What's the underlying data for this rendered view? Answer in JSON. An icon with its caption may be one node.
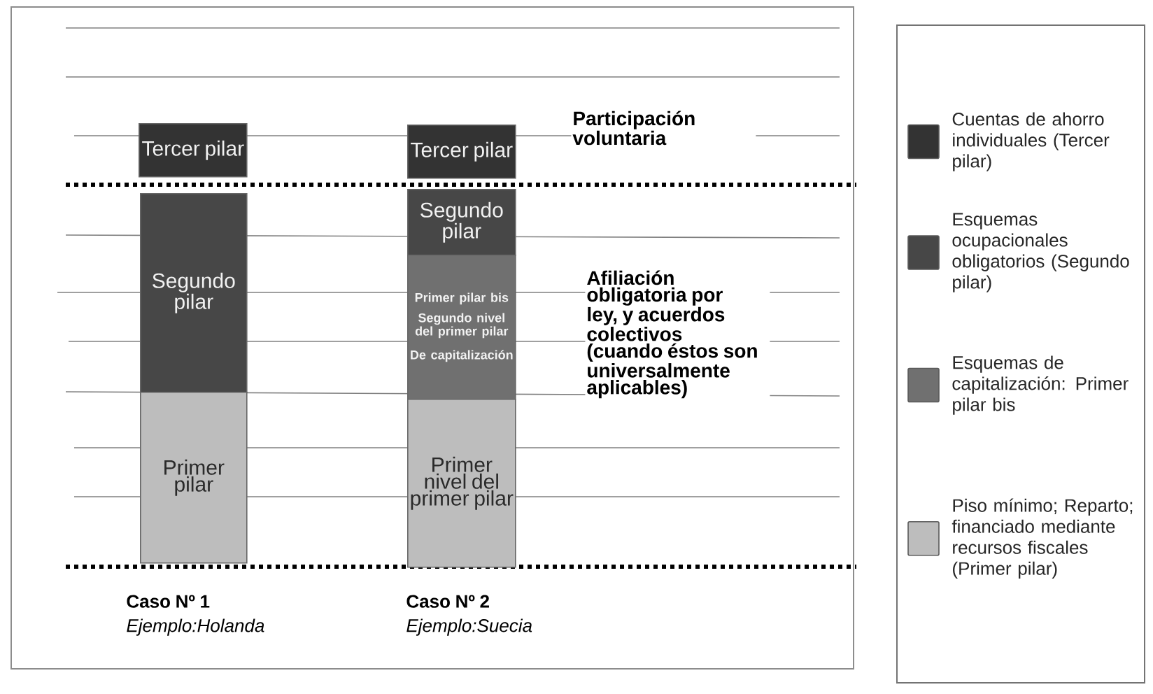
{
  "diagram": {
    "nodes": [
      {
        "text": [
          "Tercer pilar"
        ]
      },
      {
        "text": [
          "Segundo pilar"
        ]
      },
      {
        "text": [
          "Primer pilar"
        ]
      },
      {
        "text": [
          "Tercer pilar"
        ]
      },
      {
        "text": [
          "Segundo pilar"
        ]
      },
      {
        "text": [
          "Primer pilar bis",
          "Segundo nivel del primer pilar",
          "De capitalización"
        ]
      },
      {
        "text": [
          "Primer nivel del primer pilar"
        ]
      }
    ],
    "labels": [
      "Participación voluntaria",
      "Afiliación obligatoria por ley, y acuerdos colectivos (cuando éstos son universalmente aplicables)",
      "Caso Nº 1",
      "Ejemplo:Holanda",
      "Caso Nº 2",
      "Ejemplo:Suecia"
    ],
    "legend": [
      {
        "text": "Cuentas de ahorro individuales (Tercer pilar)",
        "color": "#333333"
      },
      {
        "text": "Esquemas ocupacionales obligatorios (Segundo pilar)",
        "color": "#474747"
      },
      {
        "text": "Esquemas de capitalización: Primer pilar bis",
        "color": "#707070"
      },
      {
        "text": "Piso mínimo; Reparto; financiado mediante recursos fiscales (Primer pilar)",
        "color": "#bdbdbd"
      }
    ]
  }
}
